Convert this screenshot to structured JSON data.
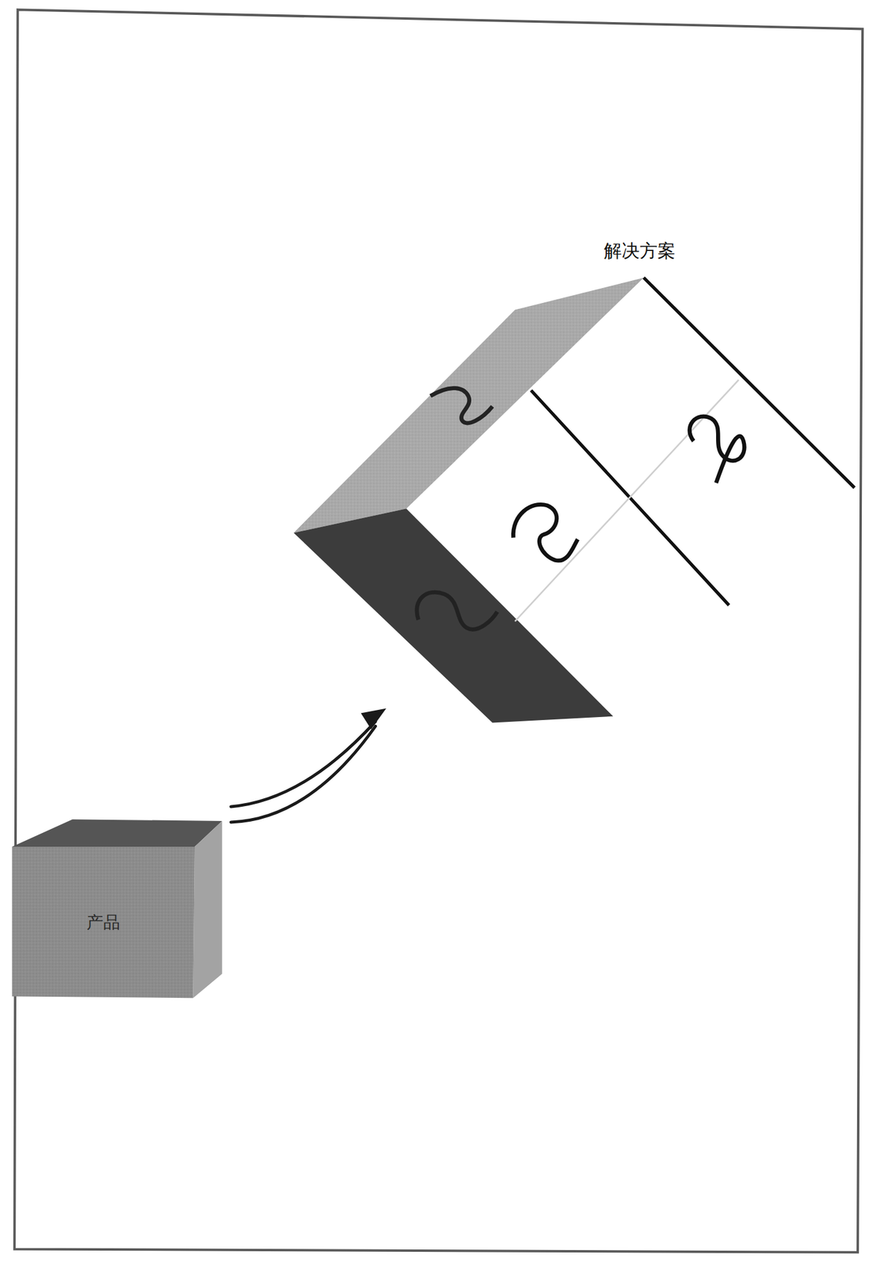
{
  "diagram": {
    "nodes": [
      {
        "text": [
          "产品"
        ]
      },
      {
        "text": [
          "解决方案"
        ]
      }
    ],
    "edges": [
      {
        "from": 0,
        "to": 1,
        "arrow": "to"
      }
    ]
  }
}
